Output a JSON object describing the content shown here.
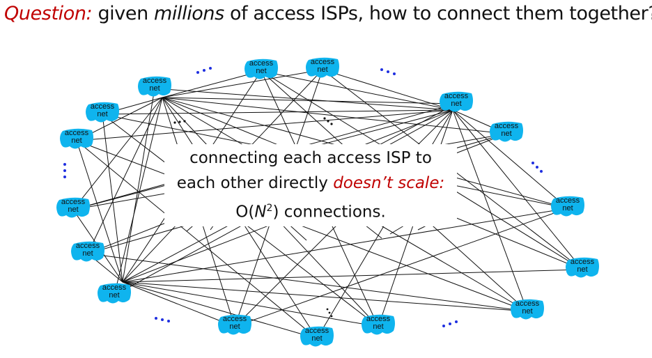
{
  "title": {
    "question_label": "Question:",
    "text_before": " given ",
    "text_emphasis": "millions",
    "text_after": " of access ISPs, how to connect them together?"
  },
  "node_label_line1": "access",
  "node_label_line2": "net",
  "caption": {
    "line1": "connecting each access ISP to",
    "line2_start": "each other directly ",
    "line2_red": "doesn’t scale:",
    "line3_start": "O(",
    "line3_n": "N",
    "line3_sup": "2",
    "line3_end": ") connections."
  },
  "colors": {
    "node_fill": "#0fb4ee",
    "line": "#111111",
    "dots": "#1f2fe0",
    "accent_red": "#c00000"
  }
}
